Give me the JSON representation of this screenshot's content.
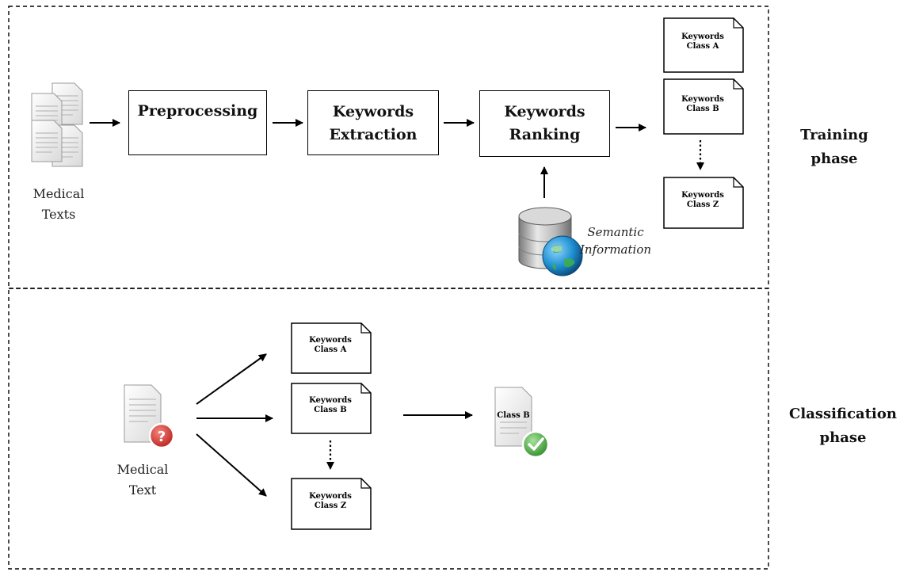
{
  "training": {
    "input_caption": "Medical\nTexts",
    "preprocessing": "Preprocessing",
    "extraction": "Keywords\nExtraction",
    "ranking": "Keywords\nRanking",
    "semantic": "Semantic\nInformation",
    "class_a": "Keywords\nClass A",
    "class_b": "Keywords\nClass B",
    "class_z": "Keywords\nClass Z",
    "phase_label": "Training\nphase"
  },
  "classification": {
    "input_caption": "Medical\nText",
    "class_a": "Keywords\nClass A",
    "class_b": "Keywords\nClass B",
    "class_z": "Keywords\nClass Z",
    "result_label": "Class B",
    "phase_label": "Classification\nphase"
  },
  "icons": {
    "documents": "documents-icon",
    "database": "database-globe-icon",
    "question": "question-badge-icon",
    "check": "check-badge-icon"
  },
  "colors": {
    "border": "#000000",
    "question_badge": "#d9322b",
    "check_badge": "#3fa535",
    "globe": "#1d8fd0"
  }
}
